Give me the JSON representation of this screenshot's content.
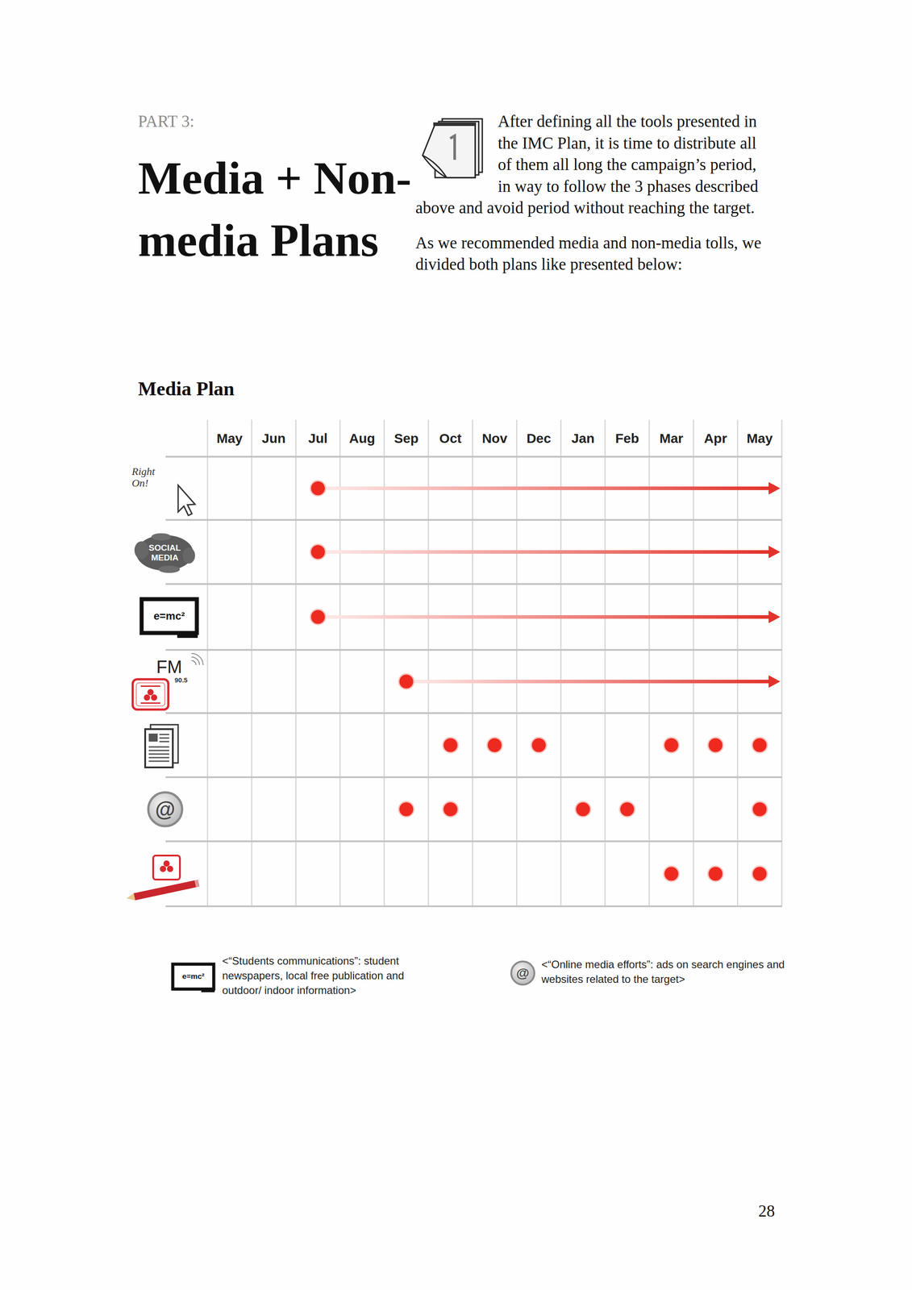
{
  "diagram": {
    "title": "Media + Non-media Plans",
    "labels": [
      "PART 3:",
      "After defining all the tools presented in the IMC Plan, it is time to distribute all of them all long the campaign’s period, in way to follow the 3 phases described above and avoid period without reaching the target.",
      "As we recommended media and non-media tolls, we divided both plans like presented below:",
      "Media Plan",
      "May",
      "Jun",
      "Jul",
      "Aug",
      "Sep",
      "Oct",
      "Nov",
      "Dec",
      "Jan",
      "Feb",
      "Mar",
      "Apr",
      "May",
      "Right On!",
      "SOCIAL MEDIA",
      "e=mc²",
      "FM",
      "90.5",
      "@",
      "e=mc²",
      "@",
      "28"
    ],
    "legend": [
      {
        "text": "<“Students communications”: student newspapers, local free publication and outdoor/ indoor information>"
      },
      {
        "text": "<“Online media efforts”: ads on search engines and websites related to the target>"
      }
    ]
  }
}
